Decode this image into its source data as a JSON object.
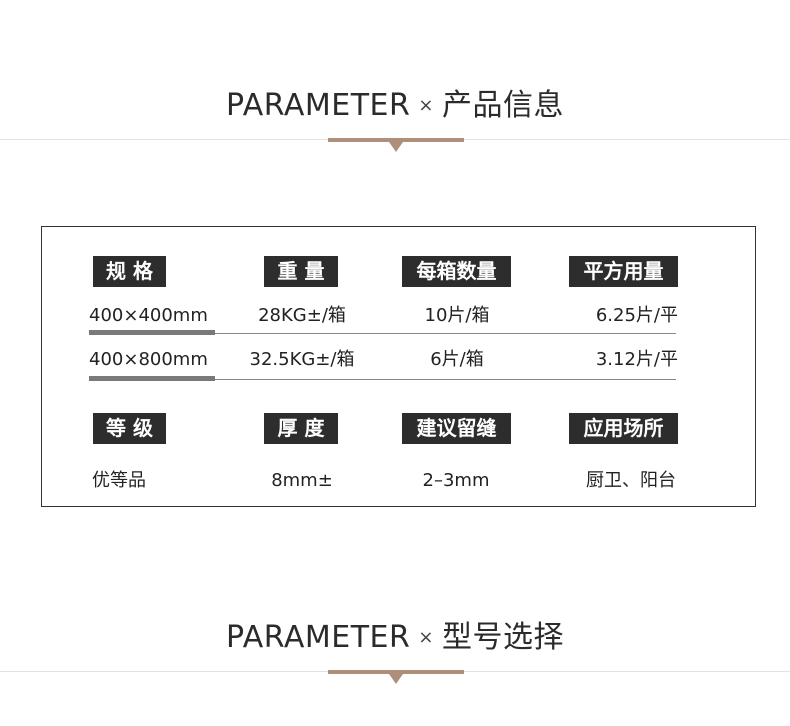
{
  "header_top": {
    "title_en": "PARAMETER",
    "separator": "×",
    "title_cn": "产品信息"
  },
  "param_table": {
    "headers1": [
      "规 格",
      "重 量",
      "每箱数量",
      "平方用量"
    ],
    "rows": [
      [
        "400×400mm",
        "28KG±/箱",
        "10片/箱",
        "6.25片/平"
      ],
      [
        "400×800mm",
        "32.5KG±/箱",
        "6片/箱",
        "3.12片/平"
      ]
    ],
    "headers2": [
      "等 级",
      "厚 度",
      "建议留缝",
      "应用场所"
    ],
    "values2": [
      "优等品",
      "8mm±",
      "2–3mm",
      "厨卫、阳台"
    ]
  },
  "header_bottom": {
    "title_en": "PARAMETER",
    "separator": "×",
    "title_cn": "型号选择"
  },
  "colors": {
    "accent": "#b08e7c",
    "tag_bg": "#2d2d2d",
    "border": "#333333"
  }
}
